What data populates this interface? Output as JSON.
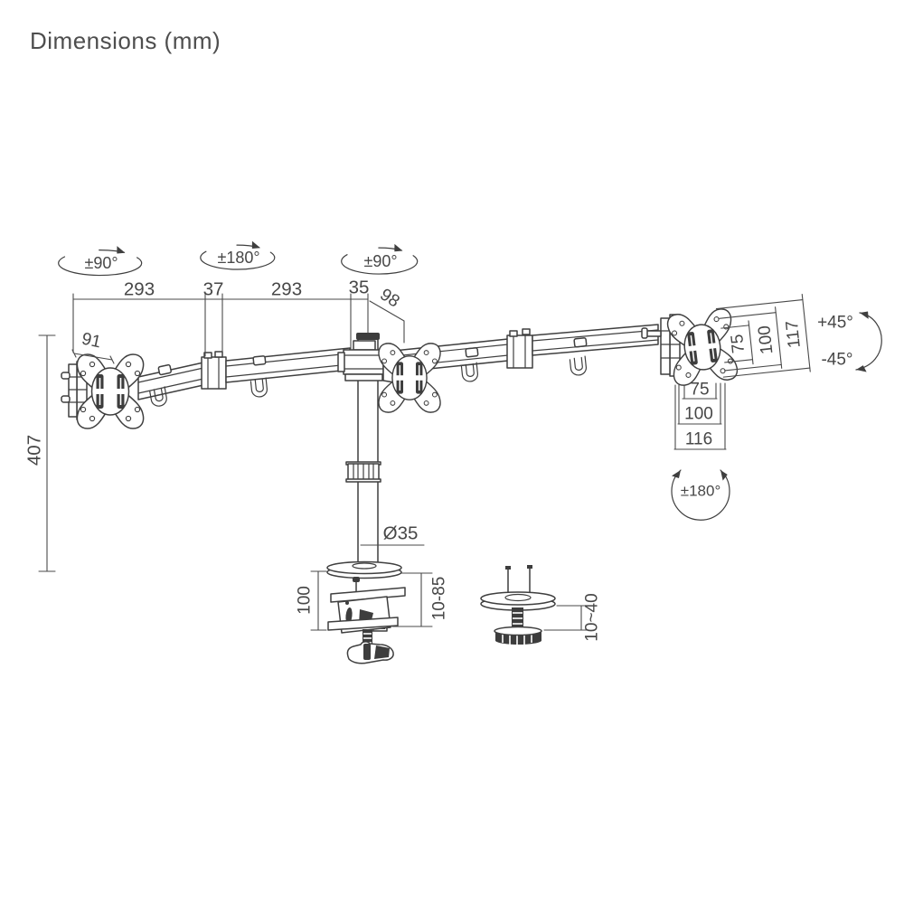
{
  "title": "Dimensions (mm)",
  "rotation_labels": {
    "left_monitor_swivel": "±90°",
    "arm_joint_rotation": "±180°",
    "center_monitor_swivel": "±90°",
    "tilt_up": "+45°",
    "tilt_down": "-45°",
    "monitor_rotation": "±180°"
  },
  "dimensions": {
    "left_arm_length": "293",
    "joint_width": "37",
    "right_arm_length": "293",
    "pole_offset": "35",
    "head_depth": "98",
    "plate_offset": "91",
    "pole_height": "407",
    "pole_diameter": "Ø35",
    "clamp_height": "100",
    "clamp_desk_range": "10-85",
    "grommet_desk_range": "10~40",
    "vesa_height_min": "75",
    "vesa_height_max": "100",
    "head_height": "117",
    "vesa_width_min": "75",
    "vesa_width_max": "100",
    "head_width": "116"
  }
}
